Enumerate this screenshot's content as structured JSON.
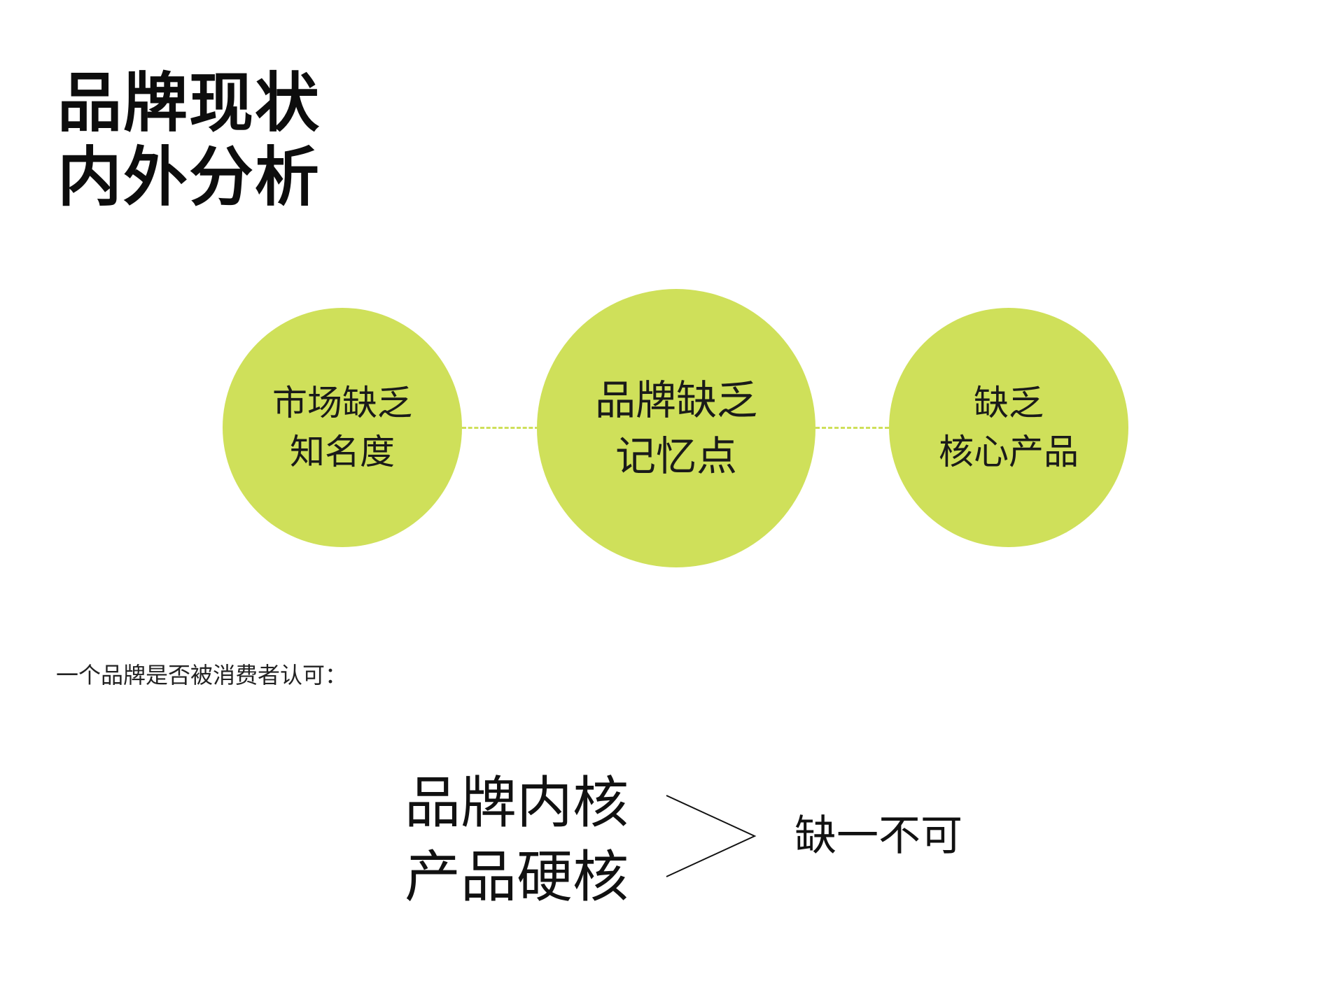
{
  "title": {
    "line1": "品牌现状",
    "line2": "内外分析"
  },
  "diagram": {
    "accent_color": "#cfe05a",
    "circles": [
      {
        "line1": "市场缺乏",
        "line2": "知名度"
      },
      {
        "line1": "品牌缺乏",
        "line2": "记忆点"
      },
      {
        "line1": "缺乏",
        "line2": "核心产品"
      }
    ]
  },
  "question": "一个品牌是否被消费者认可：",
  "core": {
    "line1": "品牌内核",
    "line2": "产品硬核"
  },
  "conclusion": "缺一不可"
}
